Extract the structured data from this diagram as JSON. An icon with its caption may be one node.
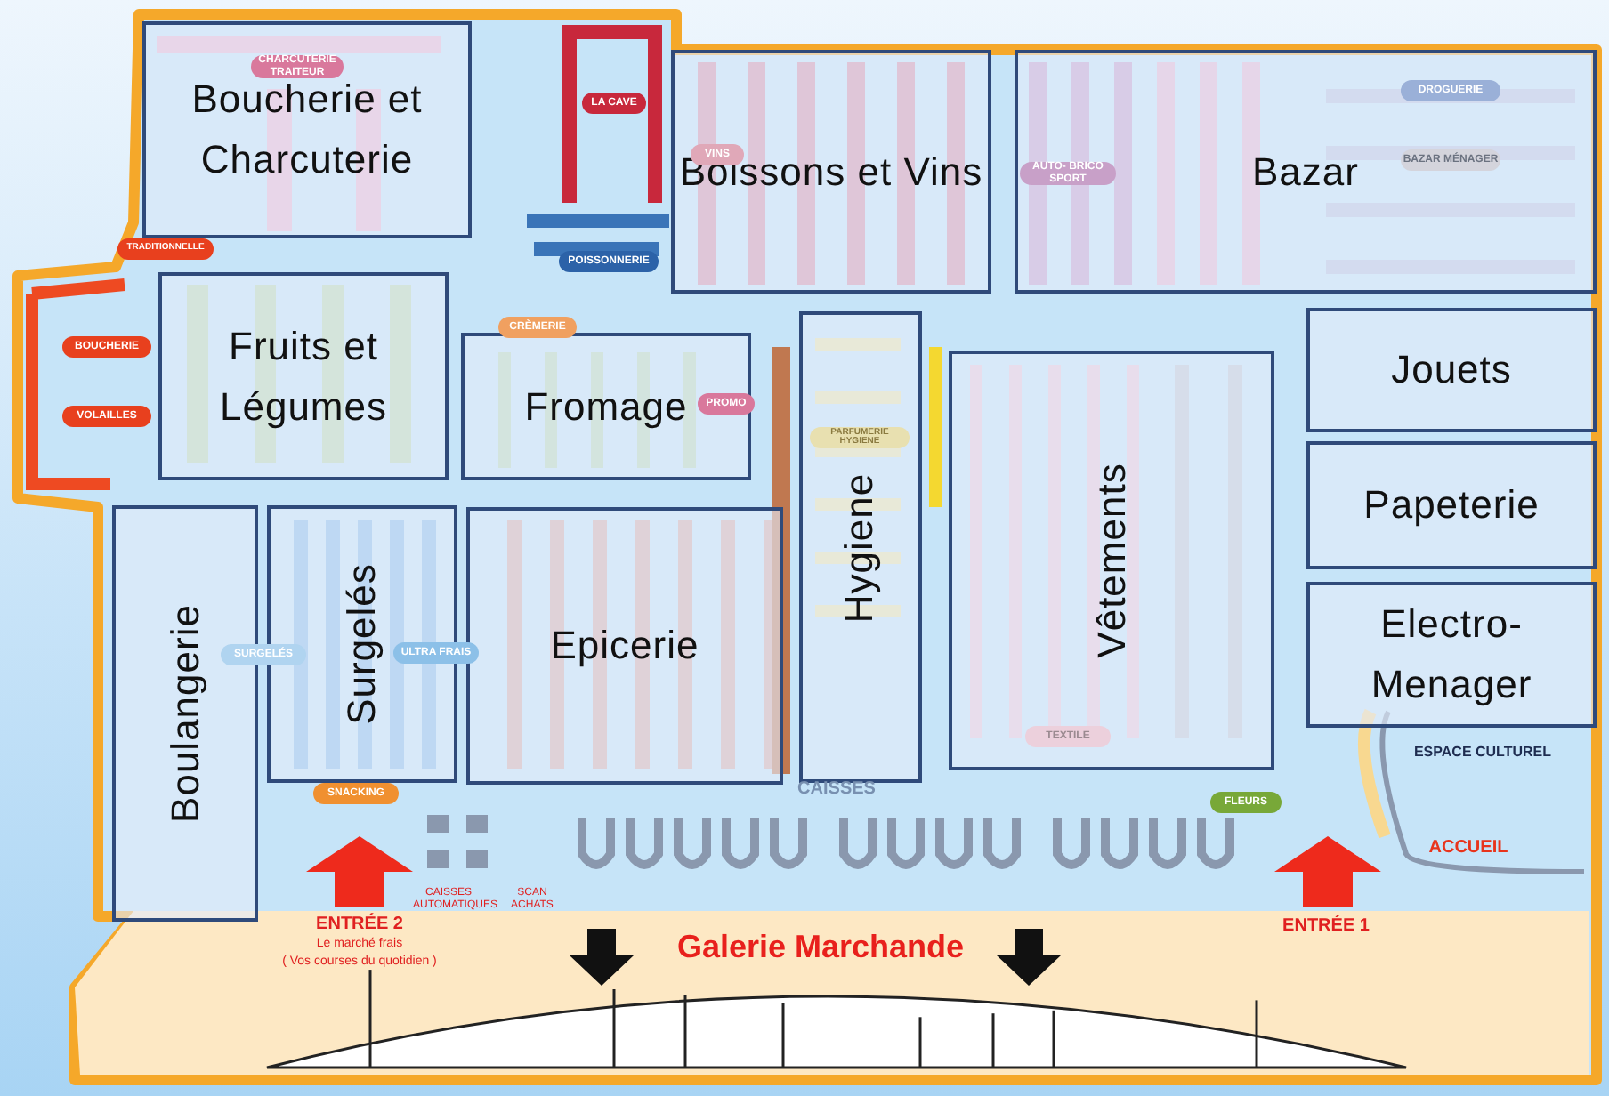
{
  "diagram": {
    "nodes": [
      {
        "text": [
          "Boucherie et Charcuterie"
        ]
      },
      {
        "text": [
          "Boissons et Vins"
        ]
      },
      {
        "text": [
          "Bazar"
        ]
      },
      {
        "text": [
          "Fruits et Légumes"
        ]
      },
      {
        "text": [
          "Fromage"
        ]
      },
      {
        "text": [
          "Hygiene"
        ]
      },
      {
        "text": [
          "Vêtements"
        ]
      },
      {
        "text": [
          "Jouets"
        ]
      },
      {
        "text": [
          "Papeterie"
        ]
      },
      {
        "text": [
          "Electro- Menager"
        ]
      },
      {
        "text": [
          "Boulangerie"
        ]
      },
      {
        "text": [
          "Surgelés"
        ]
      },
      {
        "text": [
          "Epicerie"
        ]
      }
    ],
    "edges": [],
    "labels": [
      "CHARCUTERIE TRAITEUR",
      "LA CAVE",
      "VINS",
      "TRADITIONNELLE",
      "POISSONNERIE",
      "BOUCHERIE",
      "VOLAILLES",
      "CRÈMERIE",
      "PROMO",
      "AUTO- BRICO SPORT",
      "DROGUERIE",
      "BAZAR MÉNAGER",
      "PARFUMERIE HYGIENE",
      "SURGELÉS",
      "ULTRA FRAIS",
      "TEXTILE",
      "SNACKING",
      "CAISSES",
      "CAISSES AUTOMATIQUES",
      "SCAN ACHATS",
      "FLEURS",
      "ESPACE CULTUREL",
      "ACCUEIL",
      "ENTRÉE 2",
      "Le marché frais",
      "( Vos courses du quotidien )",
      "Galerie Marchande",
      "ENTRÉE 1"
    ]
  }
}
